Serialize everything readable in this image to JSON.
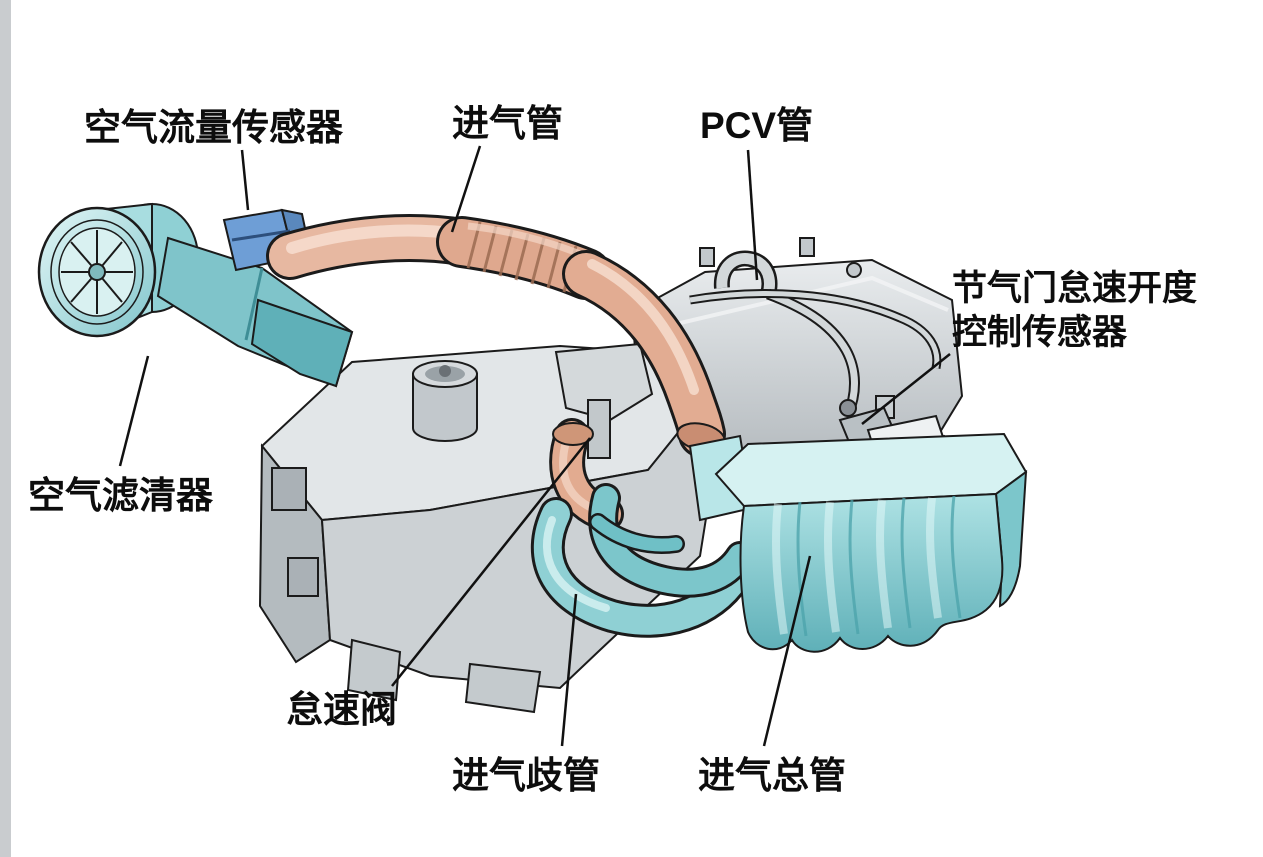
{
  "page": {
    "background": "#ffffff",
    "edge_strip_color": "#c9cccf"
  },
  "diagram": {
    "subject": "engine-air-intake-system-cutaway",
    "language": "zh-CN"
  },
  "labels": {
    "air_flow_sensor": "空气流量传感器",
    "intake_pipe": "进气管",
    "pcv_pipe": "PCV管",
    "throttle_sensor_line1": "节气门怠速开度",
    "throttle_sensor_line2": "控制传感器",
    "air_cleaner": "空气滤清器",
    "idle_valve": "怠速阀",
    "intake_manifold": "进气歧管",
    "intake_plenum": "进气总管"
  },
  "colors": {
    "teal_light": "#d6f2f2",
    "teal": "#8fd0d4",
    "teal_dark": "#5fb0b8",
    "salmon": "#e7b8a1",
    "salmon_dark": "#cf9678",
    "gray_light": "#e2e6e8",
    "gray": "#ccd1d4",
    "gray_dark": "#aab1b6",
    "maf_blue": "#6e9ed6",
    "outline": "#1b1b1b",
    "label_text": "#0d0d0d"
  }
}
